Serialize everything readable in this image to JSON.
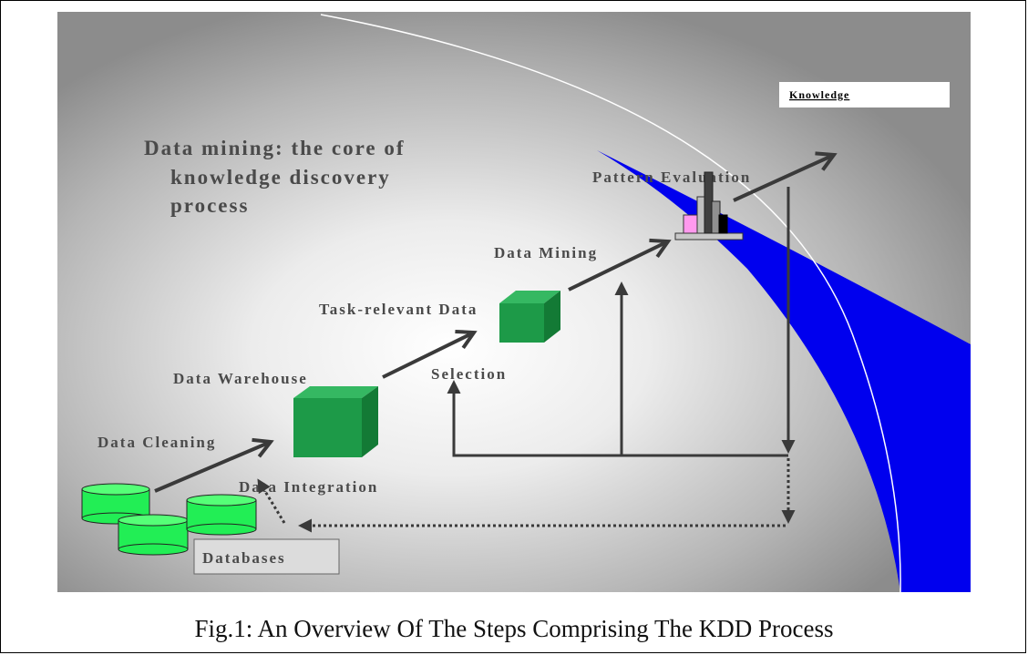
{
  "diagram": {
    "title_lines": [
      "Data mining: the core of",
      "knowledge discovery",
      "process"
    ],
    "labels": {
      "knowledge": "Knowledge",
      "pattern_evaluation": "Pattern Evaluation",
      "data_mining": "Data Mining",
      "task_relevant_data": "Task-relevant Data",
      "data_warehouse": "Data Warehouse",
      "selection": "Selection",
      "data_cleaning": "Data Cleaning",
      "data_integration": "Data Integration",
      "databases": "Databases"
    },
    "colors": {
      "cube": "#1d9a48",
      "cylinder": "#22ee55",
      "arrow": "#3a3a3a",
      "band": "#0000ee"
    }
  },
  "caption": "Fig.1: An Overview Of The Steps Comprising The KDD Process"
}
